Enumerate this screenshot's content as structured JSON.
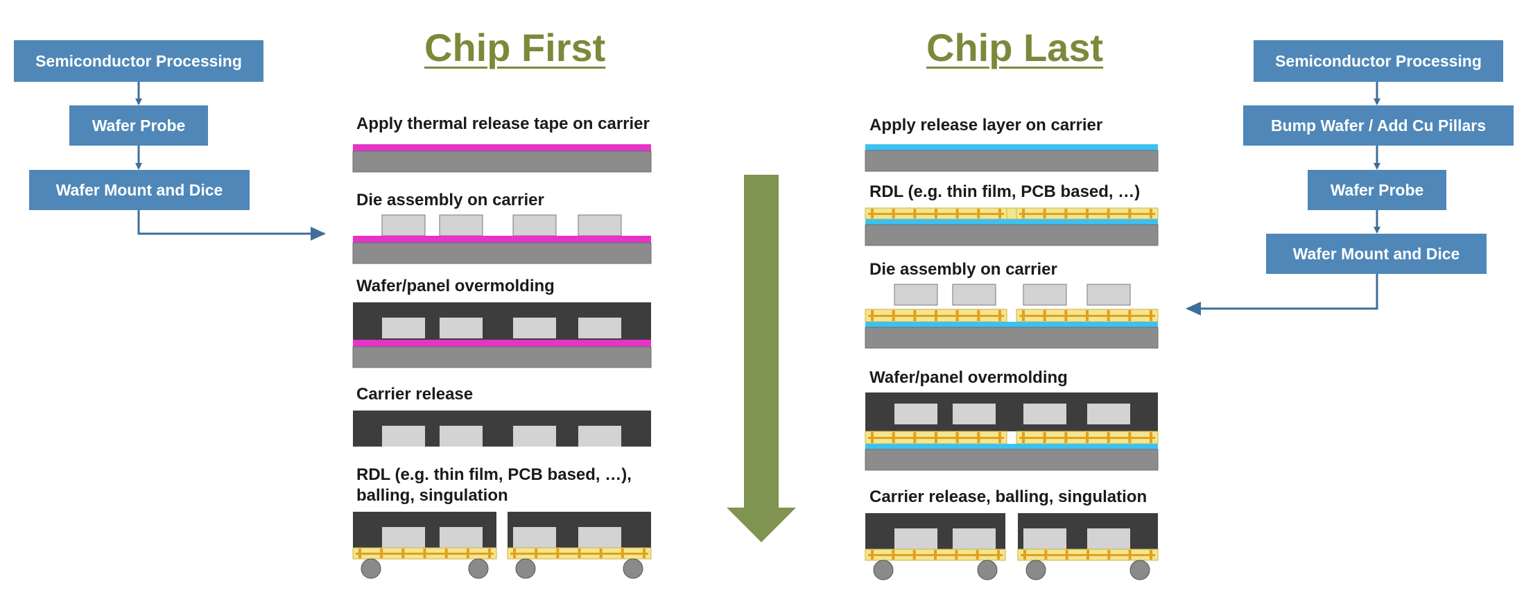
{
  "colors": {
    "flow_box": "#4f87b8",
    "flow_arrow": "#3f6f99",
    "title": "#7a8a3a",
    "big_arrow": "#7f9450",
    "carrier": "#8c8c8c",
    "thermal_tape": "#e633c8",
    "release_layer": "#3cc2f0",
    "die": "#d3d3d3",
    "mold": "#3d3d3d",
    "rdl": "#f5e58c",
    "rdl_trace": "#e0a020",
    "solder_ball": "#8a8a8a"
  },
  "left_flow": [
    {
      "label": "Semiconductor Processing"
    },
    {
      "label": "Wafer Probe"
    },
    {
      "label": "Wafer Mount and Dice"
    }
  ],
  "right_flow": [
    {
      "label": "Semiconductor Processing"
    },
    {
      "label": "Bump Wafer / Add Cu Pillars"
    },
    {
      "label": "Wafer Probe"
    },
    {
      "label": "Wafer Mount and Dice"
    }
  ],
  "chip_first": {
    "title": "Chip First",
    "steps": [
      {
        "label": "Apply thermal release tape on carrier"
      },
      {
        "label": "Die assembly on carrier"
      },
      {
        "label": "Wafer/panel overmolding"
      },
      {
        "label": "Carrier release"
      },
      {
        "label": "RDL (e.g. thin film, PCB based, …),",
        "label2": "balling, singulation"
      }
    ]
  },
  "chip_last": {
    "title": "Chip Last",
    "steps": [
      {
        "label": "Apply release layer on carrier"
      },
      {
        "label": "RDL (e.g. thin film, PCB based, …)"
      },
      {
        "label": "Die assembly on carrier"
      },
      {
        "label": "Wafer/panel overmolding"
      },
      {
        "label": "Carrier release, balling, singulation"
      }
    ]
  }
}
